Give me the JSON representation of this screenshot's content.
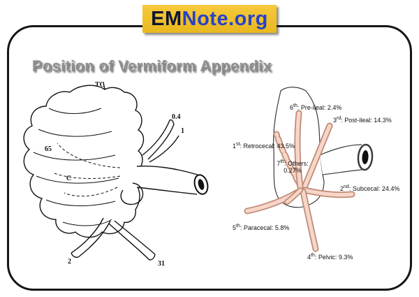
{
  "banner": {
    "text_primary": "EM",
    "text_secondary": "Note.org"
  },
  "title": {
    "text": "Position of Vermiform Appendix"
  },
  "colors": {
    "banner_bg": "#efc12f",
    "banner_text_primary": "#0d1530",
    "banner_text_secondary": "#2742c8",
    "title_gray": "#8d8d8d",
    "appendix_fill": "#f6d6c9",
    "appendix_outline": "#c08a76"
  },
  "left_diagram": {
    "labels": [
      "TC",
      "0.4",
      "1",
      "65",
      "C",
      "2",
      "31"
    ]
  },
  "right_diagram": {
    "labels": [
      {
        "ord": "6",
        "sup": "th",
        "rest": ": Pre-ileal: 2.4%"
      },
      {
        "ord": "3",
        "sup": "rd",
        "rest": ": Post-ileal: 14.3%"
      },
      {
        "ord": "1",
        "sup": "st",
        "rest": ": Retrocecal: 43.5%"
      },
      {
        "ord": "7",
        "sup": "th",
        "rest": ": Others:",
        "line2": "0.27%"
      },
      {
        "ord": "2",
        "sup": "nd",
        "rest": ": Subcecal: 24.4%"
      },
      {
        "ord": "5",
        "sup": "th",
        "rest": ": Paracecal: 5.8%"
      },
      {
        "ord": "4",
        "sup": "th",
        "rest": ": Pelvic: 9.3%"
      }
    ]
  }
}
